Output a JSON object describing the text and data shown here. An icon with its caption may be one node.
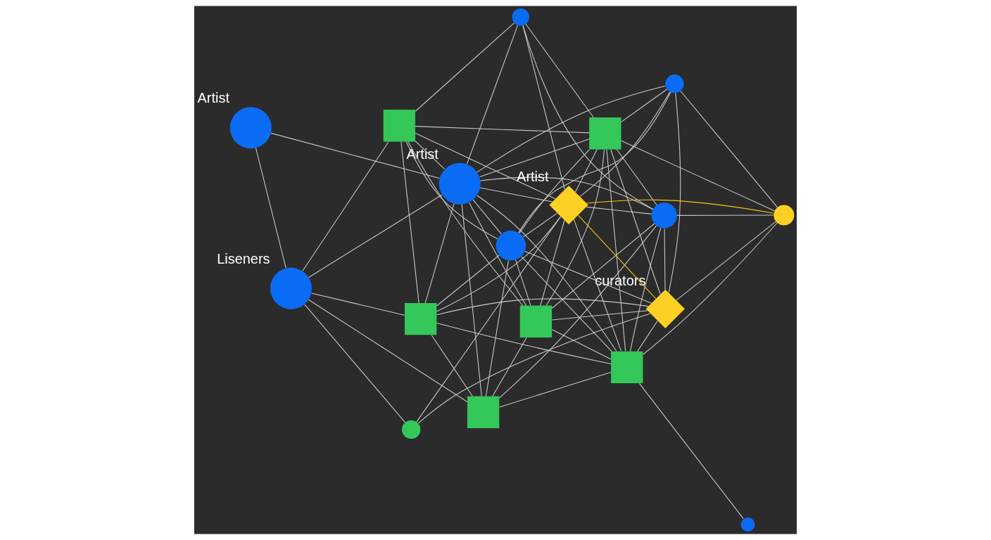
{
  "diagram": {
    "nodes": [
      {
        "text": [
          "Artist"
        ]
      },
      {
        "text": [],
        "shape": "box"
      },
      {
        "text": [],
        "shape": "box"
      },
      {
        "text": [],
        "shape": "circle"
      },
      {
        "text": [],
        "shape": "box"
      },
      {
        "text": [],
        "shape": "circle"
      },
      {
        "text": [
          "curators"
        ]
      },
      {
        "text": [],
        "shape": "box"
      },
      {
        "text": [],
        "shape": "circle"
      },
      {
        "text": [],
        "shape": "circle"
      },
      {
        "text": [
          "Artist"
        ]
      },
      {
        "text": [],
        "shape": "circle"
      },
      {
        "text": [],
        "shape": "circle"
      },
      {
        "text": [],
        "shape": "circle"
      },
      {
        "text": [],
        "shape": "box"
      },
      {
        "text": [],
        "shape": "box"
      },
      {
        "text": [
          "Artist"
        ]
      },
      {
        "text": [
          "Liseners"
        ]
      }
    ],
    "edges": [
      {
        "from": 0,
        "to": 10,
        "arrow": "none"
      },
      {
        "from": 10,
        "to": 17,
        "arrow": "none"
      },
      {
        "from": 0,
        "to": 17,
        "arrow": "none"
      },
      {
        "from": 0,
        "to": 1,
        "arrow": "none"
      },
      {
        "from": 0,
        "to": 2,
        "arrow": "none"
      },
      {
        "from": 0,
        "to": 4,
        "arrow": "none"
      },
      {
        "from": 0,
        "to": 8,
        "arrow": "none"
      },
      {
        "from": 0,
        "to": 7,
        "arrow": "none"
      },
      {
        "from": 0,
        "to": 14,
        "arrow": "none"
      },
      {
        "from": 0,
        "to": 15,
        "arrow": "none"
      },
      {
        "from": 0,
        "to": 12,
        "arrow": "none"
      },
      {
        "from": 0,
        "to": 13,
        "arrow": "none"
      },
      {
        "from": 0,
        "to": 3,
        "arrow": "none"
      },
      {
        "from": 0,
        "to": 16,
        "arrow": "none"
      },
      {
        "from": 1,
        "to": 2,
        "arrow": "none"
      },
      {
        "from": 1,
        "to": 7,
        "arrow": "none"
      },
      {
        "from": 1,
        "to": 3,
        "arrow": "none"
      },
      {
        "from": 1,
        "to": 12,
        "arrow": "none"
      },
      {
        "from": 1,
        "to": 13,
        "arrow": "none"
      },
      {
        "from": 1,
        "to": 14,
        "arrow": "none"
      },
      {
        "from": 1,
        "to": 5,
        "arrow": "none"
      },
      {
        "from": 1,
        "to": 6,
        "arrow": "none"
      },
      {
        "from": 1,
        "to": 16,
        "arrow": "none"
      },
      {
        "from": 1,
        "to": 8,
        "arrow": "none"
      },
      {
        "from": 2,
        "to": 4,
        "arrow": "none"
      },
      {
        "from": 2,
        "to": 7,
        "arrow": "none"
      },
      {
        "from": 2,
        "to": 8,
        "arrow": "none"
      },
      {
        "from": 2,
        "to": 14,
        "arrow": "none"
      },
      {
        "from": 2,
        "to": 12,
        "arrow": "none"
      },
      {
        "from": 2,
        "to": 6,
        "arrow": "none"
      },
      {
        "from": 2,
        "to": 16,
        "arrow": "none"
      },
      {
        "from": 4,
        "to": 8,
        "arrow": "none"
      },
      {
        "from": 4,
        "to": 7,
        "arrow": "none"
      },
      {
        "from": 4,
        "to": 15,
        "arrow": "none"
      },
      {
        "from": 4,
        "to": 17,
        "arrow": "none"
      },
      {
        "from": 4,
        "to": 12,
        "arrow": "none"
      },
      {
        "from": 3,
        "to": 6,
        "arrow": "none"
      },
      {
        "from": 3,
        "to": 5,
        "arrow": "none"
      },
      {
        "from": 3,
        "to": 8,
        "arrow": "none"
      },
      {
        "from": 3,
        "to": 16,
        "arrow": "none"
      },
      {
        "from": 8,
        "to": 7,
        "arrow": "none"
      },
      {
        "from": 8,
        "to": 14,
        "arrow": "none"
      },
      {
        "from": 8,
        "to": 6,
        "arrow": "none"
      },
      {
        "from": 8,
        "to": 16,
        "arrow": "none"
      },
      {
        "from": 8,
        "to": 15,
        "arrow": "none"
      },
      {
        "from": 7,
        "to": 9,
        "arrow": "none"
      },
      {
        "from": 7,
        "to": 6,
        "arrow": "none"
      },
      {
        "from": 7,
        "to": 5,
        "arrow": "none"
      },
      {
        "from": 7,
        "to": 16,
        "arrow": "none"
      },
      {
        "from": 7,
        "to": 15,
        "arrow": "none"
      },
      {
        "from": 7,
        "to": 12,
        "arrow": "none"
      },
      {
        "from": 5,
        "to": 6,
        "arrow": "none"
      },
      {
        "from": 5,
        "to": 16,
        "arrow": "none",
        "color": "#f5c518"
      },
      {
        "from": 6,
        "to": 16,
        "arrow": "none",
        "color": "#f5c518"
      },
      {
        "from": 6,
        "to": 11,
        "arrow": "none"
      },
      {
        "from": 6,
        "to": 12,
        "arrow": "none"
      },
      {
        "from": 6,
        "to": 15,
        "arrow": "none"
      },
      {
        "from": 11,
        "to": 16,
        "arrow": "none"
      },
      {
        "from": 11,
        "to": 17,
        "arrow": "none"
      },
      {
        "from": 12,
        "to": 13,
        "arrow": "none"
      },
      {
        "from": 12,
        "to": 16,
        "arrow": "none"
      },
      {
        "from": 12,
        "to": 5,
        "arrow": "none"
      },
      {
        "from": 13,
        "to": 14,
        "arrow": "none"
      },
      {
        "from": 13,
        "to": 16,
        "arrow": "none"
      },
      {
        "from": 14,
        "to": 15,
        "arrow": "none"
      },
      {
        "from": 14,
        "to": 17,
        "arrow": "none"
      },
      {
        "from": 14,
        "to": 16,
        "arrow": "none"
      },
      {
        "from": 15,
        "to": 17,
        "arrow": "none"
      },
      {
        "from": 15,
        "to": 16,
        "arrow": "none"
      }
    ]
  }
}
